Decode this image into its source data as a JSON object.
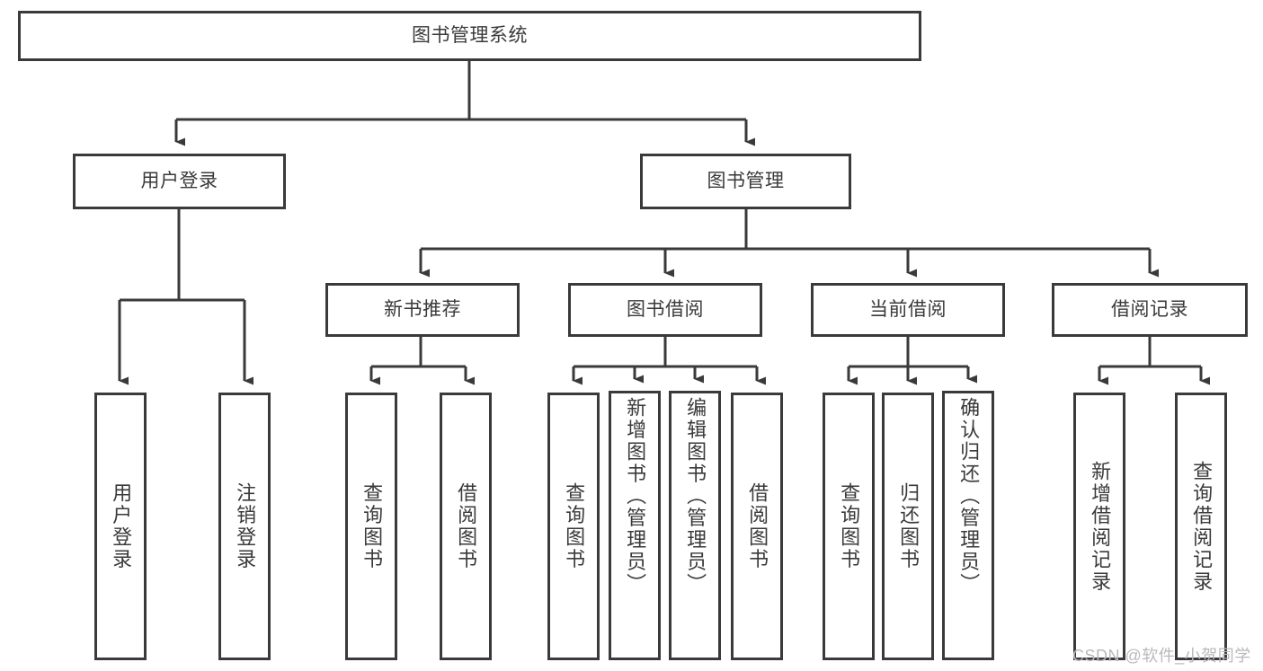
{
  "diagram": {
    "type": "tree-hierarchy-diagram",
    "title": "图书管理系统",
    "watermark": "CSDN @软件_小贺同学",
    "colors": {
      "stroke": "#3a3a3a",
      "background": "#ffffff",
      "text": "#3a3a3a",
      "watermark": "#b9b9b9"
    },
    "levels": {
      "level1": [
        {
          "id": "root",
          "label": "图书管理系统"
        }
      ],
      "level2": [
        {
          "id": "user-login",
          "label": "用户登录",
          "parent": "root"
        },
        {
          "id": "book-manage",
          "label": "图书管理",
          "parent": "root"
        }
      ],
      "level3": [
        {
          "id": "new-book-rec",
          "label": "新书推荐",
          "parent": "book-manage"
        },
        {
          "id": "book-borrow",
          "label": "图书借阅",
          "parent": "book-manage"
        },
        {
          "id": "current-borrow",
          "label": "当前借阅",
          "parent": "book-manage"
        },
        {
          "id": "borrow-record",
          "label": "借阅记录",
          "parent": "book-manage"
        }
      ],
      "leaves": [
        {
          "id": "leaf-user-login",
          "label": "用户登录",
          "parent": "user-login"
        },
        {
          "id": "leaf-logout",
          "label": "注销登录",
          "parent": "user-login"
        },
        {
          "id": "leaf-query-book-1",
          "label": "查询图书",
          "parent": "new-book-rec"
        },
        {
          "id": "leaf-borrow-book-1",
          "label": "借阅图书",
          "parent": "new-book-rec"
        },
        {
          "id": "leaf-query-book-2",
          "label": "查询图书",
          "parent": "book-borrow"
        },
        {
          "id": "leaf-add-book",
          "label": "新增图书（管理员）",
          "parent": "book-borrow"
        },
        {
          "id": "leaf-edit-book",
          "label": "编辑图书（管理员）",
          "parent": "book-borrow"
        },
        {
          "id": "leaf-borrow-book-2",
          "label": "借阅图书",
          "parent": "book-borrow"
        },
        {
          "id": "leaf-query-book-3",
          "label": "查询图书",
          "parent": "current-borrow"
        },
        {
          "id": "leaf-return-book",
          "label": "归还图书",
          "parent": "current-borrow"
        },
        {
          "id": "leaf-confirm-return",
          "label": "确认归还（管理员）",
          "parent": "current-borrow"
        },
        {
          "id": "leaf-add-record",
          "label": "新增借阅记录",
          "parent": "borrow-record"
        },
        {
          "id": "leaf-query-record",
          "label": "查询借阅记录",
          "parent": "borrow-record"
        }
      ]
    }
  }
}
